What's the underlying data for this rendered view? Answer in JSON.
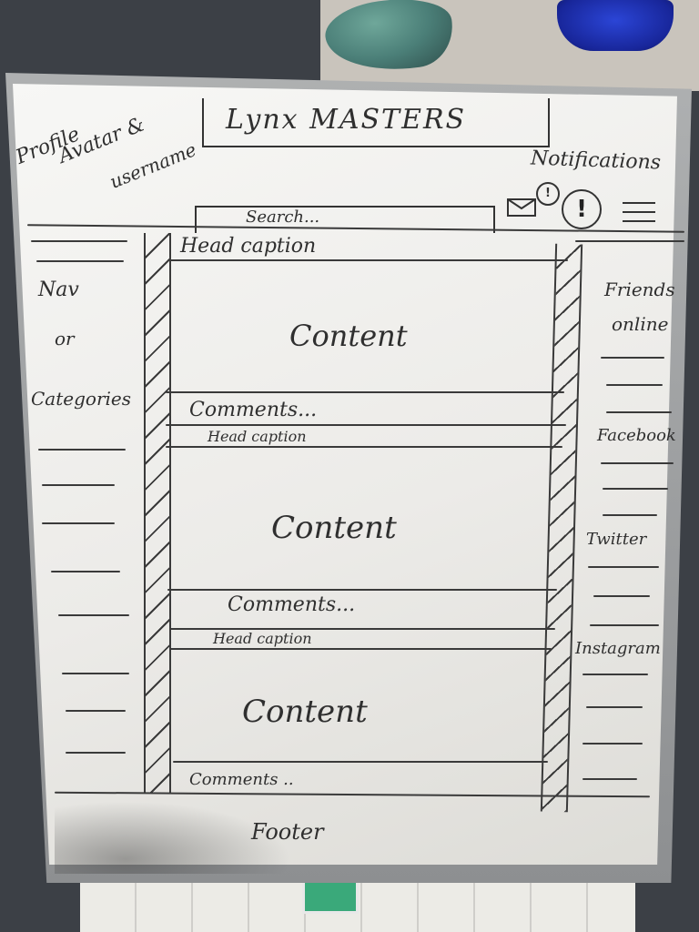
{
  "header": {
    "profile_label": "Profile",
    "avatar_label": "Avatar &",
    "username_label": "username",
    "site_title": "Lynx MASTERS",
    "notifications_label": "Notifications",
    "search_placeholder": "Search...",
    "badge_glyph": "!",
    "alert_glyph": "!"
  },
  "left_sidebar": {
    "nav_label": "Nav",
    "or_label": "or",
    "categories_label": "Categories"
  },
  "posts": [
    {
      "head_caption": "Head caption",
      "content_label": "Content",
      "comments_label": "Comments..."
    },
    {
      "head_caption": "Head caption",
      "content_label": "Content",
      "comments_label": "Comments..."
    },
    {
      "head_caption": "Head caption",
      "content_label": "Content",
      "comments_label": "Comments .."
    }
  ],
  "right_sidebar": {
    "friends_label": "Friends",
    "online_label": "online",
    "facebook_label": "Facebook",
    "twitter_label": "Twitter",
    "instagram_label": "Instagram"
  },
  "footer": {
    "label": "Footer"
  },
  "icons": [
    "mail-icon",
    "notification-badge-icon",
    "alert-icon",
    "menu-icon"
  ]
}
